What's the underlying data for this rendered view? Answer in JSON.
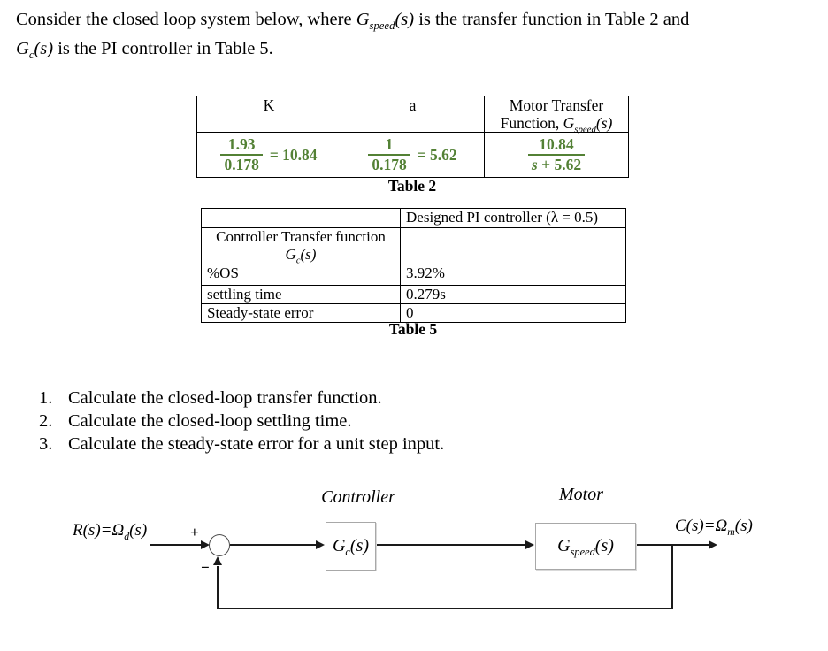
{
  "colors": {
    "green": "#538135",
    "line_black": "#1a1a1a",
    "box_border_gray": "#a8a8a8"
  },
  "intro": {
    "line1_pre": "Consider the closed loop system below, where ",
    "gspeed_base": "G",
    "gspeed_sub": "speed",
    "gspeed_args": "(s)",
    "line1_post": " is the transfer function in Table 2 and",
    "gc_base": "G",
    "gc_sub": "c",
    "gc_args": "(s)",
    "line2_post": " is the PI controller in Table 5."
  },
  "table2": {
    "caption": "Table 2",
    "header_k": "K",
    "header_a": "a",
    "header_motor_line1": "Motor Transfer",
    "header_motor_line2_pre": "Function, ",
    "header_motor_g_base": "G",
    "header_motor_g_sub": "speed",
    "header_motor_g_args": "(s)",
    "k_num": "1.93",
    "k_den": "0.178",
    "k_eq": "= 10.84",
    "a_num": "1",
    "a_den": "0.178",
    "a_eq": "= 5.62",
    "tf_num": "10.84",
    "tf_den_s": "s",
    "tf_den_rest": " + 5.62"
  },
  "table5": {
    "caption": "Table 5",
    "col2_header": "Designed PI controller (λ = 0.5)",
    "tf_label": "Controller Transfer function",
    "tf_g_base": "G",
    "tf_g_sub": "c",
    "tf_g_args": "(s)",
    "rows": [
      {
        "label": "%OS",
        "value": "3.92%"
      },
      {
        "label": "settling time",
        "value": "0.279s"
      },
      {
        "label": "Steady-state error",
        "value": "0"
      }
    ]
  },
  "tasks": [
    {
      "num": "1.",
      "text": "Calculate the closed-loop transfer function."
    },
    {
      "num": "2.",
      "text": "Calculate the closed-loop settling time."
    },
    {
      "num": "3.",
      "text": "Calculate the steady-state error for a unit step input."
    }
  ],
  "diagram": {
    "controller_label": "Controller",
    "motor_label": "Motor",
    "input_pre": "R(s)=Ω",
    "input_sub": "d",
    "input_post": "(s)",
    "output_pre": "C(s)=Ω",
    "output_sub": "m",
    "output_post": "(s)",
    "plus": "+",
    "minus": "−",
    "gc_base": "G",
    "gc_sub": "c",
    "gc_args": "(s)",
    "gspeed_base": "G",
    "gspeed_sub": "speed",
    "gspeed_args": "(s)"
  }
}
